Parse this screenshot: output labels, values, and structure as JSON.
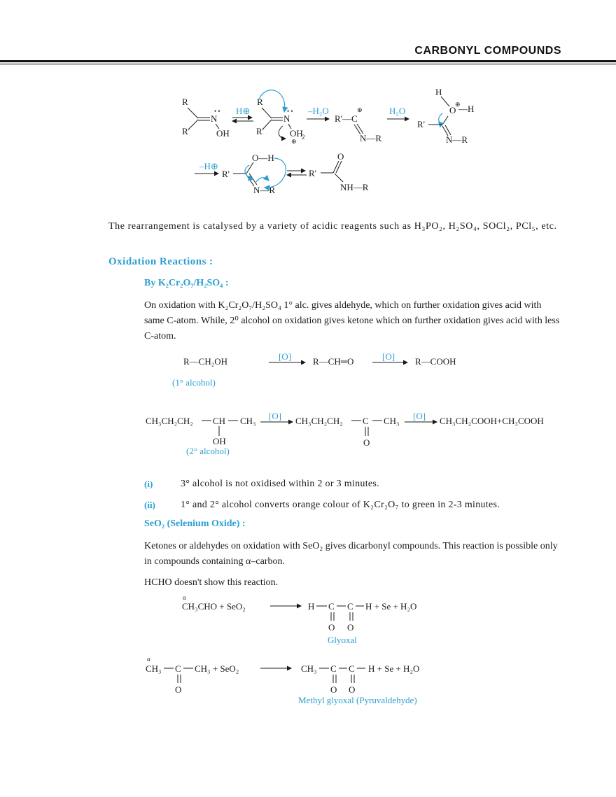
{
  "header": {
    "title": "CARBONYL  COMPOUNDS"
  },
  "beckmann": {
    "h_plus": "H⊕",
    "minus_h2o": "–H₂O",
    "h2o": "H₂O",
    "minus_h_plus": "–H⊕"
  },
  "intro": {
    "text": "The rearrangement is catalysed by a variety of acidic reagents such as H₃PO₂, H₂SO₄, SOCl₂, PCl₅, etc."
  },
  "oxidation": {
    "heading": "Oxidation Reactions :",
    "k2cr2o7": {
      "heading": "By K₂Cr₂O₇/H₂SO₄ :",
      "text": "On oxidation with K₂Cr₂O₇/H₂SO₄ 1° alc. gives aldehyde, which on further oxidation gives acid with same C-atom. While, 2⁰ alcohol on oxidation gives ketone which on further oxidation gives acid with less C-atom.",
      "eq1": {
        "reactant": "R—CH₂OH",
        "arrow1": "[O]",
        "intermediate": "R—CH═O",
        "arrow2": "[O]",
        "product": "R—COOH",
        "label": "(1° alcohol)"
      },
      "eq2": {
        "reactant_left": "CH₃CH₂CH₂",
        "reactant_center": "CH",
        "reactant_right": "CH₃",
        "reactant_sub": "OH",
        "arrow1": "[O]",
        "ketone_left": "CH₃CH₂CH₂",
        "ketone_center": "C",
        "ketone_right": "CH₃",
        "ketone_sub": "O",
        "arrow2": "[O]",
        "product": "CH₃CH₂COOH+CH₃COOH",
        "label": "(2° alcohol)"
      },
      "notes": [
        {
          "marker": "(i)",
          "text": "3° alcohol is not oxidised within 2 or 3 minutes."
        },
        {
          "marker": "(ii)",
          "text": "1° and 2° alcohol converts orange colour of K₂Cr₂O₇ to green in 2-3 minutes."
        }
      ]
    },
    "seo2": {
      "heading": "SeO₂ (Selenium Oxide) :",
      "text": "Ketones or aldehydes on oxidation with SeO₂ gives dicarbonyl compounds. This reaction is possible only in compounds containing α–carbon.",
      "note": "HCHO doesn't show this reaction.",
      "eq1": {
        "alpha": "α",
        "reactants": "CH₃CHO + SeO₂",
        "product_left": "H",
        "product_c1": "C",
        "product_c2": "C",
        "product_right": "H + Se + H₂O",
        "o1": "O",
        "o2": "O",
        "label": "Glyoxal"
      },
      "eq2": {
        "alpha": "α",
        "reactant_left": "CH₃",
        "reactant_center": "C",
        "reactant_right": "CH₃  + SeO₂",
        "reactant_sub": "O",
        "product_left": "CH₃",
        "product_c1": "C",
        "product_c2": "C",
        "product_right": "H + Se + H₂O",
        "o1": "O",
        "o2": "O",
        "label": "Methyl glyoxal (Pyruvaldehyde)"
      }
    }
  },
  "colors": {
    "accent": "#2a9fd0",
    "text": "#1a1a1a"
  }
}
